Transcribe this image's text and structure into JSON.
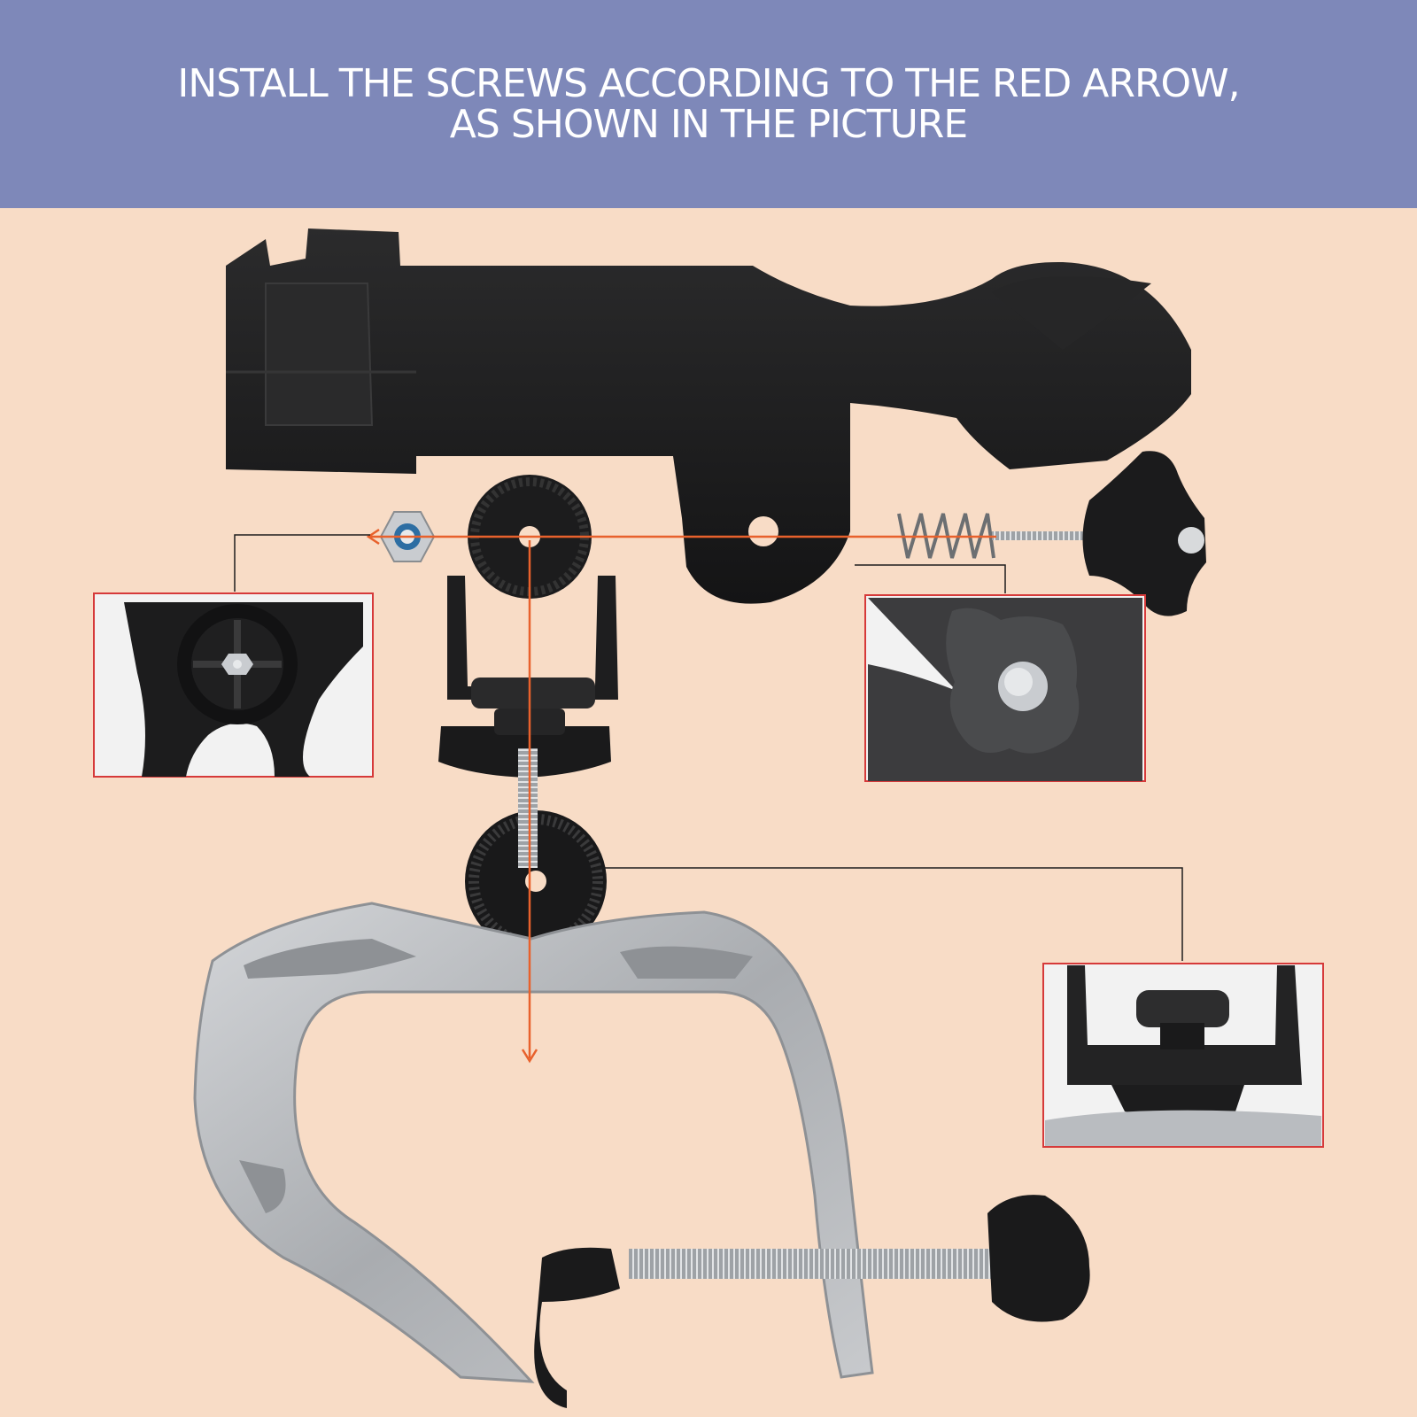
{
  "header": {
    "line1": "INSTALL THE SCREWS ACCORDING TO THE RED ARROW,",
    "line2": "AS SHOWN IN THE PICTURE"
  },
  "colors": {
    "header_bg": "#7e88b9",
    "page_bg": "#f8dcc6",
    "arrow": "#e8612c",
    "inset_border": "#d63a3a",
    "plastic": "#1e1e1f",
    "metal": "#b9bcc0"
  },
  "parts": {
    "rod_holder": "rod-holder-tube",
    "swivel_mount": "swivel-mount",
    "lock_nut": "lock-nut",
    "spring": "spring",
    "t_knob": "t-knob-bolt",
    "washer": "ribbed-washer",
    "c_clamp": "c-clamp",
    "clamp_screw": "clamp-screw"
  }
}
